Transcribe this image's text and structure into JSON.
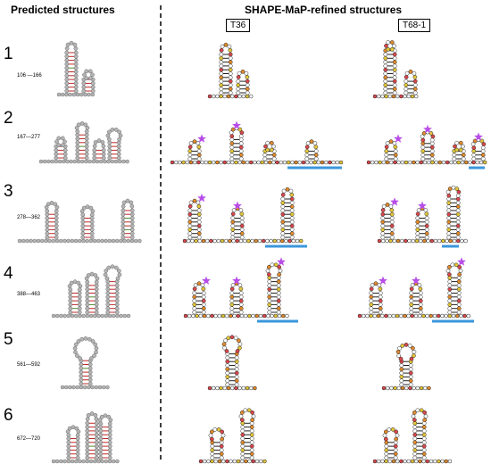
{
  "headers": {
    "left": "Predicted structures",
    "right": "SHAPE-MaP-refined structures",
    "col_t36": "T36",
    "col_t68": "T68-1"
  },
  "rows": [
    {
      "num": "1",
      "range": "106 —166"
    },
    {
      "num": "2",
      "range": "167—277"
    },
    {
      "num": "3",
      "range": "278—362"
    },
    {
      "num": "4",
      "range": "388—463"
    },
    {
      "num": "5",
      "range": "561—592"
    },
    {
      "num": "6",
      "range": "672—720"
    }
  ],
  "colors": {
    "nucleotide_gray": "#b5b5b5",
    "pair_red": "#c02828",
    "pair_green": "#4e8a2e",
    "shape_yellow": "#e3c63a",
    "shape_orange": "#e08a2c",
    "shape_red": "#d9474b",
    "star_purple": "#b84ee8",
    "bar_blue": "#3a97dc",
    "divider": "#000000"
  }
}
